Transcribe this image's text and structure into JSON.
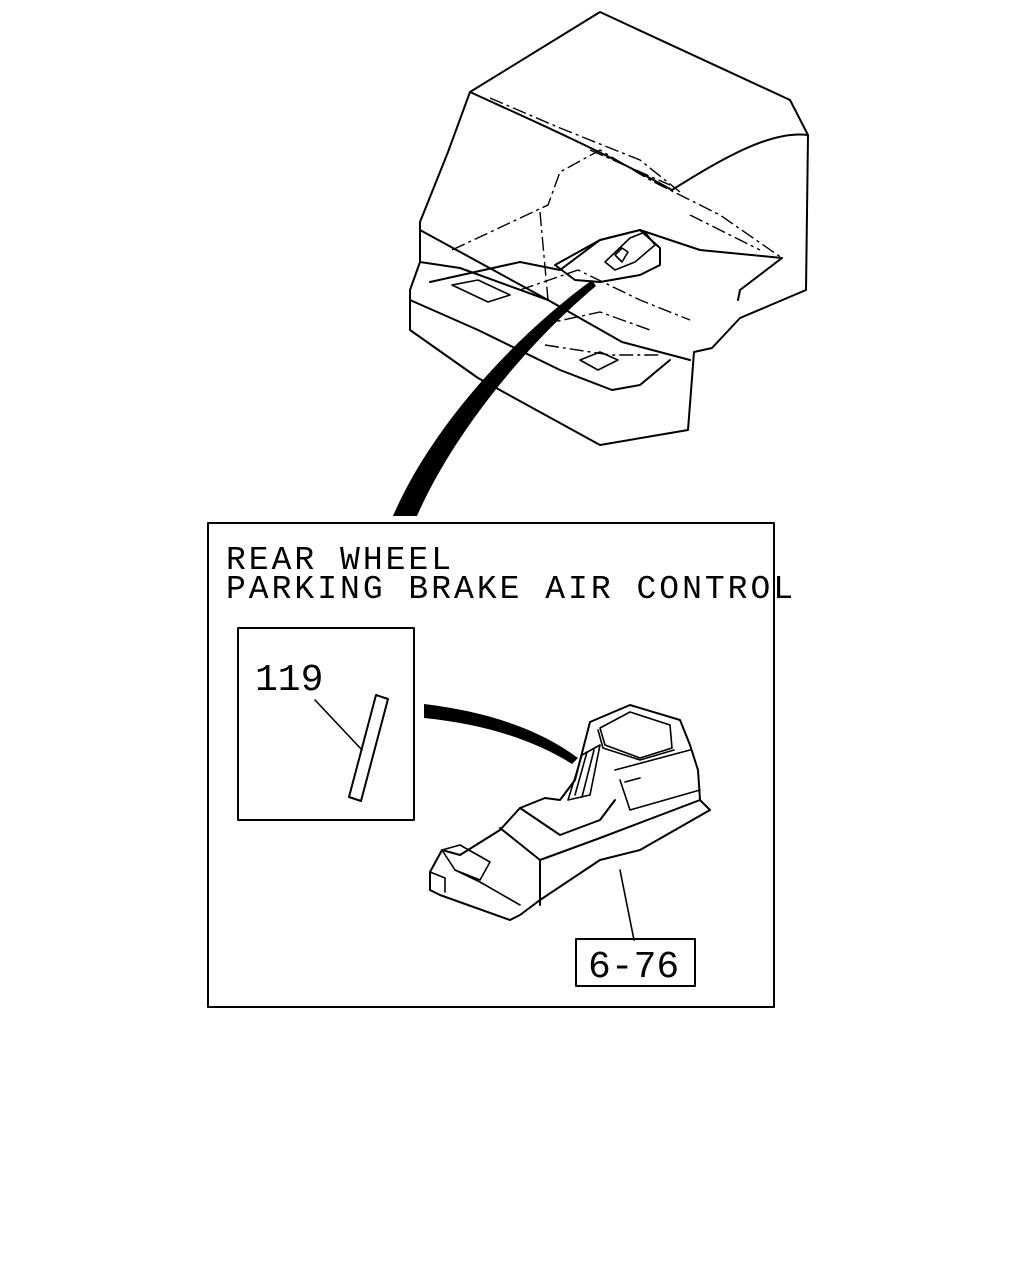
{
  "inset": {
    "title_line1": "REAR WHEEL",
    "title_line2": "PARKING BRAKE AIR CONTROL"
  },
  "parts": {
    "part_119": "119",
    "part_ref": "6-76"
  },
  "colors": {
    "line": "#000000",
    "background": "#ffffff"
  }
}
